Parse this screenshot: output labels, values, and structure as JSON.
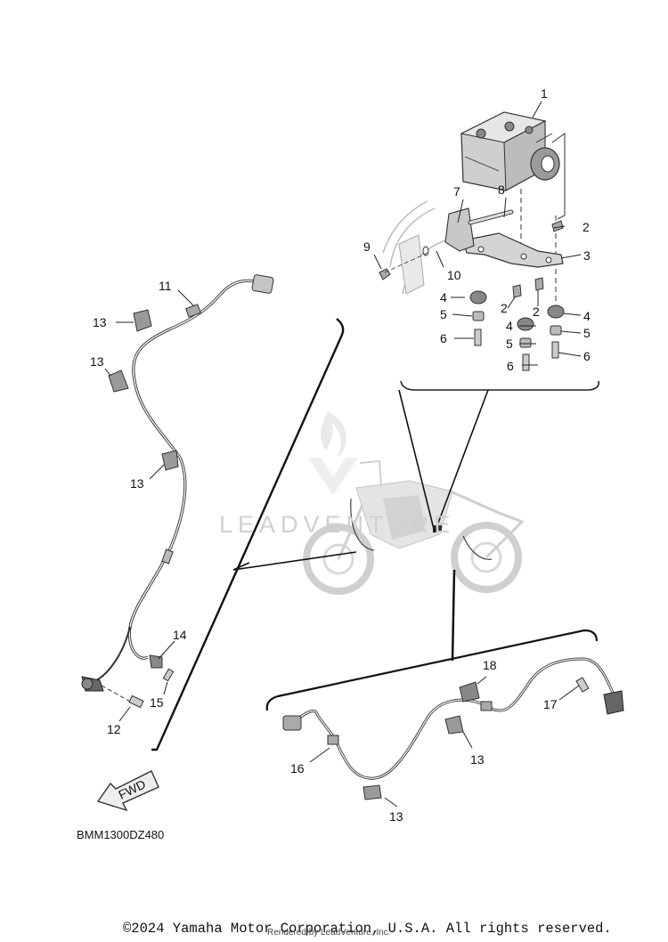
{
  "diagram": {
    "callouts": {
      "c1": "1",
      "c2a": "2",
      "c2b": "2",
      "c2c": "2",
      "c3": "3",
      "c4a": "4",
      "c4b": "4",
      "c4c": "4",
      "c5a": "5",
      "c5b": "5",
      "c5c": "5",
      "c6a": "6",
      "c6b": "6",
      "c6c": "6",
      "c7": "7",
      "c8": "8",
      "c9": "9",
      "c10": "10",
      "c11": "11",
      "c12": "12",
      "c13a": "13",
      "c13b": "13",
      "c13c": "13",
      "c13d": "13",
      "c13e": "13",
      "c14": "14",
      "c15": "15",
      "c16": "16",
      "c17": "17",
      "c18": "18"
    },
    "fwd_label": "FWD",
    "diagram_code": "BMM1300DZ480",
    "watermark": "LEADVENTURE",
    "copyright": "©2024 Yamaha Motor Corporation, U.S.A. All rights reserved.",
    "rendered_by": "Rendered by LeadVenture, Inc."
  }
}
